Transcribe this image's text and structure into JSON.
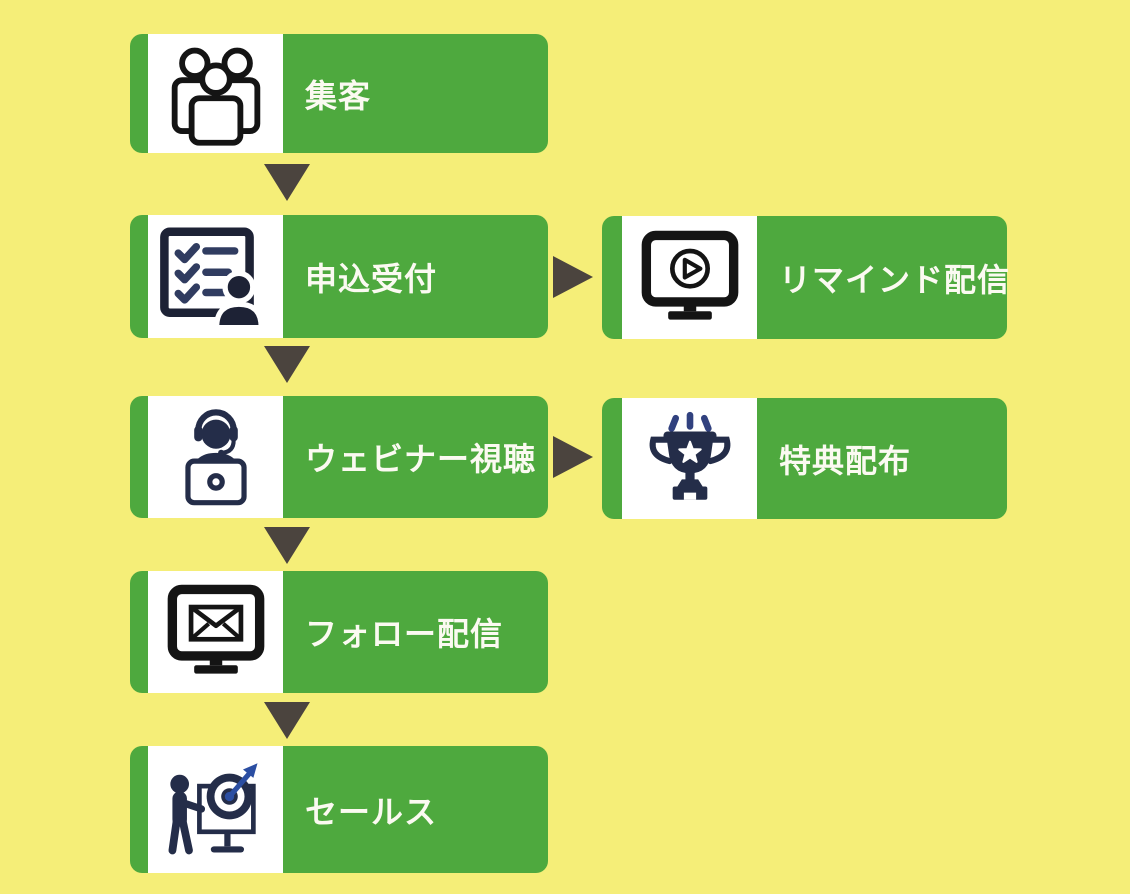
{
  "diagram": {
    "name": "webinar-funnel-flow",
    "main_steps": [
      {
        "label": "集客",
        "icon": "audience-people-icon"
      },
      {
        "label": "申込受付",
        "icon": "registration-checklist-icon"
      },
      {
        "label": "ウェビナー視聴",
        "icon": "webinar-headset-icon"
      },
      {
        "label": "フォロー配信",
        "icon": "followup-mail-monitor-icon"
      },
      {
        "label": "セールス",
        "icon": "sales-target-presentation-icon"
      }
    ],
    "branch_steps": [
      {
        "label": "リマインド配信",
        "icon": "reminder-video-monitor-icon",
        "branches_from": "申込受付"
      },
      {
        "label": "特典配布",
        "icon": "bonus-trophy-icon",
        "branches_from": "ウェビナー視聴"
      }
    ],
    "connections": [
      {
        "from": "集客",
        "to": "申込受付",
        "direction": "down"
      },
      {
        "from": "申込受付",
        "to": "リマインド配信",
        "direction": "right"
      },
      {
        "from": "申込受付",
        "to": "ウェビナー視聴",
        "direction": "down"
      },
      {
        "from": "ウェビナー視聴",
        "to": "特典配布",
        "direction": "right"
      },
      {
        "from": "ウェビナー視聴",
        "to": "フォロー配信",
        "direction": "down"
      },
      {
        "from": "フォロー配信",
        "to": "セールス",
        "direction": "down"
      }
    ],
    "colors": {
      "background": "#F5EE78",
      "box_green": "#4EA93E",
      "icon_panel": "#FFFFFF",
      "arrow": "#4B443E",
      "icon_black": "#141414",
      "icon_navy": "#242D49",
      "icon_blue": "#2B4EA2",
      "icon_ray_blue": "#31417F",
      "label_text": "#FBFAF1"
    }
  }
}
